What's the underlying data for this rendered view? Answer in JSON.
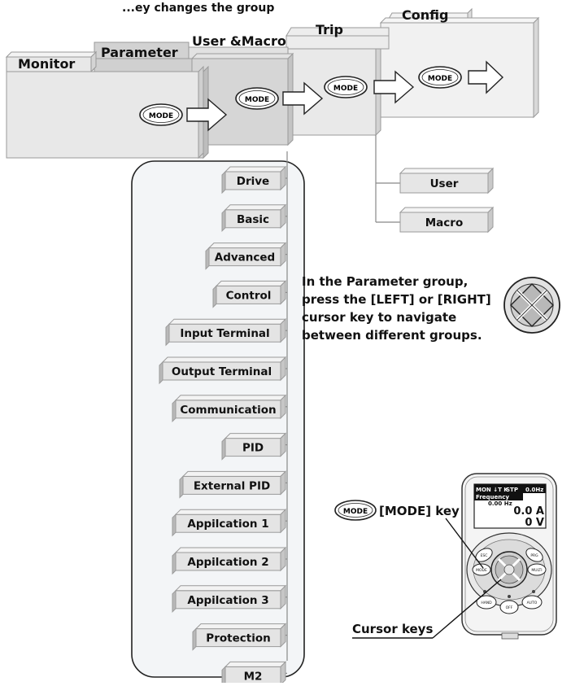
{
  "top_caption": "...ey changes the group",
  "groups": {
    "monitor": "Monitor",
    "parameter": "Parameter",
    "user_macro": "User &Macro",
    "trip": "Trip",
    "config": "Config"
  },
  "mode_badge": "MODE",
  "user_macro_items": [
    "User",
    "Macro"
  ],
  "parameter_items": [
    "Drive",
    "Basic",
    "Advanced",
    "Control",
    "Input Terminal",
    "Output Terminal",
    "Communication",
    "PID",
    "External PID",
    "Appilcation 1",
    "Appilcation 2",
    "Appilcation 3",
    "Protection",
    "M2"
  ],
  "navigation_note": [
    "In the Parameter group,",
    "press the  [LEFT] or [RIGHT]",
    "cursor key to navigate",
    "between different groups."
  ],
  "keypad": {
    "mode_key_label": "[MODE] key",
    "cursor_keys_label": "Cursor keys",
    "display_status": "MON ↓T K",
    "display_state": "STP",
    "display_freq": "0.0Hz",
    "display_param": "Frequency",
    "display_value_main": "0.00 Hz",
    "display_current": "0.0 A",
    "display_voltage": "0 V",
    "btn_esc": "ESC",
    "btn_mode": "MODE",
    "btn_prog": "PRG",
    "btn_multi": "MULTI",
    "btn_hand": "HAND",
    "btn_off": "OFF",
    "btn_auto": "AUTO"
  }
}
